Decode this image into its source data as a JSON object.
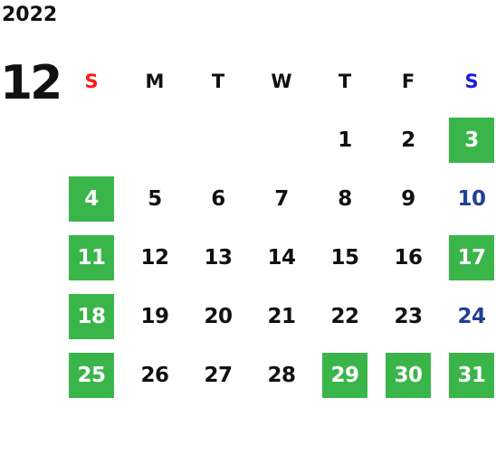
{
  "calendar": {
    "year": "2022",
    "month": "12",
    "weekdays": [
      {
        "label": "S",
        "color": "#ff1a1a"
      },
      {
        "label": "M",
        "color": "#111111"
      },
      {
        "label": "T",
        "color": "#111111"
      },
      {
        "label": "W",
        "color": "#111111"
      },
      {
        "label": "T",
        "color": "#111111"
      },
      {
        "label": "F",
        "color": "#111111"
      },
      {
        "label": "S",
        "color": "#1a1adb"
      }
    ],
    "holiday_color": "#3ab54a",
    "saturday_color": "#1e3f94",
    "first_weekday_index": 4,
    "days": [
      {
        "day": "1",
        "holiday": false
      },
      {
        "day": "2",
        "holiday": false
      },
      {
        "day": "3",
        "holiday": true
      },
      {
        "day": "4",
        "holiday": true
      },
      {
        "day": "5",
        "holiday": false
      },
      {
        "day": "6",
        "holiday": false
      },
      {
        "day": "7",
        "holiday": false
      },
      {
        "day": "8",
        "holiday": false
      },
      {
        "day": "9",
        "holiday": false
      },
      {
        "day": "10",
        "holiday": false
      },
      {
        "day": "11",
        "holiday": true
      },
      {
        "day": "12",
        "holiday": false
      },
      {
        "day": "13",
        "holiday": false
      },
      {
        "day": "14",
        "holiday": false
      },
      {
        "day": "15",
        "holiday": false
      },
      {
        "day": "16",
        "holiday": false
      },
      {
        "day": "17",
        "holiday": true
      },
      {
        "day": "18",
        "holiday": true
      },
      {
        "day": "19",
        "holiday": false
      },
      {
        "day": "20",
        "holiday": false
      },
      {
        "day": "21",
        "holiday": false
      },
      {
        "day": "22",
        "holiday": false
      },
      {
        "day": "23",
        "holiday": false
      },
      {
        "day": "24",
        "holiday": false
      },
      {
        "day": "25",
        "holiday": true
      },
      {
        "day": "26",
        "holiday": false
      },
      {
        "day": "27",
        "holiday": false
      },
      {
        "day": "28",
        "holiday": false
      },
      {
        "day": "29",
        "holiday": true
      },
      {
        "day": "30",
        "holiday": true
      },
      {
        "day": "31",
        "holiday": true
      }
    ]
  }
}
